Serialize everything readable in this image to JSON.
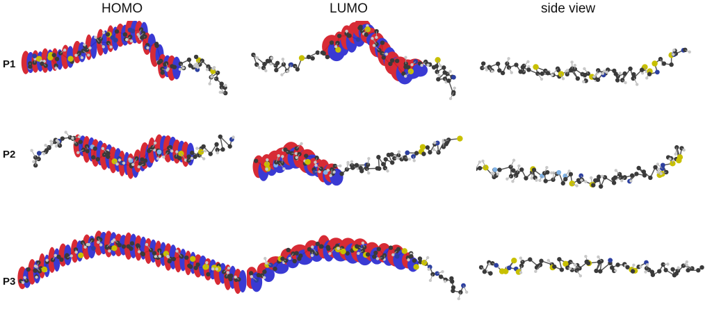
{
  "headers": {
    "homo": "HOMO",
    "lumo": "LUMO",
    "side": "side view"
  },
  "rows": [
    {
      "label": "P1"
    },
    {
      "label": "P2"
    },
    {
      "label": "P3"
    }
  ],
  "colors": {
    "carbon": "#3a3a3a",
    "hydrogen": "#c8c8c8",
    "sulfur": "#c8c000",
    "nitrogen": "#2c3fa0",
    "fluorine": "#7fb2e6",
    "orbital_positive": "#d41a24",
    "orbital_negative": "#2a2ad0"
  }
}
